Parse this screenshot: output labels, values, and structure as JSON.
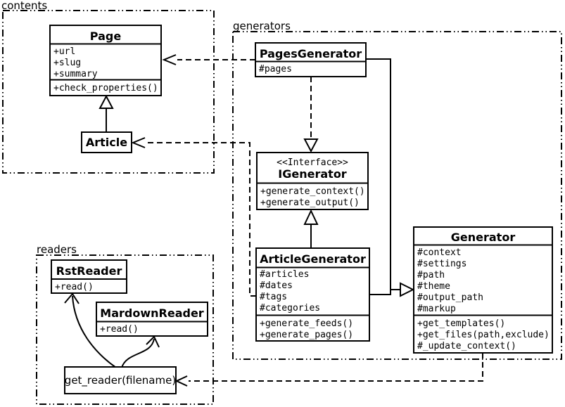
{
  "diagram_type": "uml-class-diagram",
  "colors": {
    "stroke": "#000000",
    "fill": "#ffffff"
  },
  "packages": {
    "contents": {
      "label": "contents"
    },
    "generators": {
      "label": "generators"
    },
    "readers": {
      "label": "readers"
    }
  },
  "classes": {
    "page": {
      "title": "Page",
      "attributes": [
        "+url",
        "+slug",
        "+summary"
      ],
      "methods": [
        "+check_properties()"
      ]
    },
    "article": {
      "title": "Article"
    },
    "pages_generator": {
      "title": "PagesGenerator",
      "attributes": [
        "#pages"
      ]
    },
    "igenerator": {
      "stereotype": "<<Interface>>",
      "title": "IGenerator",
      "methods": [
        "+generate_context()",
        "+generate_output()"
      ]
    },
    "article_generator": {
      "title": "ArticleGenerator",
      "attributes": [
        "#articles",
        "#dates",
        "#tags",
        "#categories"
      ],
      "methods": [
        "+generate_feeds()",
        "+generate_pages()"
      ]
    },
    "generator": {
      "title": "Generator",
      "attributes": [
        "#context",
        "#settings",
        "#path",
        "#theme",
        "#output_path",
        "#markup"
      ],
      "methods": [
        "+get_templates()",
        "+get_files(path,exclude)",
        "#_update_context()"
      ]
    },
    "rst_reader": {
      "title": "RstReader",
      "methods": [
        "+read()"
      ]
    },
    "mardown_reader": {
      "title": "MardownReader",
      "methods": [
        "+read()"
      ]
    },
    "get_reader": {
      "label": "get_reader(filename)"
    }
  },
  "relationships": [
    {
      "from": "Article",
      "to": "Page",
      "type": "inheritance",
      "line": "solid"
    },
    {
      "from": "PagesGenerator",
      "to": "Page",
      "type": "dependency",
      "line": "dashed"
    },
    {
      "from": "ArticleGenerator",
      "to": "Article",
      "type": "dependency",
      "line": "dashed"
    },
    {
      "from": "PagesGenerator",
      "to": "IGenerator",
      "type": "realization",
      "line": "dashed"
    },
    {
      "from": "ArticleGenerator",
      "to": "IGenerator",
      "type": "realization",
      "line": "solid"
    },
    {
      "from": "PagesGenerator",
      "to": "Generator",
      "type": "inheritance",
      "line": "solid"
    },
    {
      "from": "ArticleGenerator",
      "to": "Generator",
      "type": "inheritance",
      "line": "solid"
    },
    {
      "from": "Generator",
      "to": "get_reader(filename)",
      "type": "dependency",
      "line": "dashed"
    },
    {
      "from": "get_reader(filename)",
      "to": "RstReader",
      "type": "flow",
      "line": "curved"
    },
    {
      "from": "get_reader(filename)",
      "to": "MardownReader",
      "type": "flow",
      "line": "curved"
    }
  ]
}
